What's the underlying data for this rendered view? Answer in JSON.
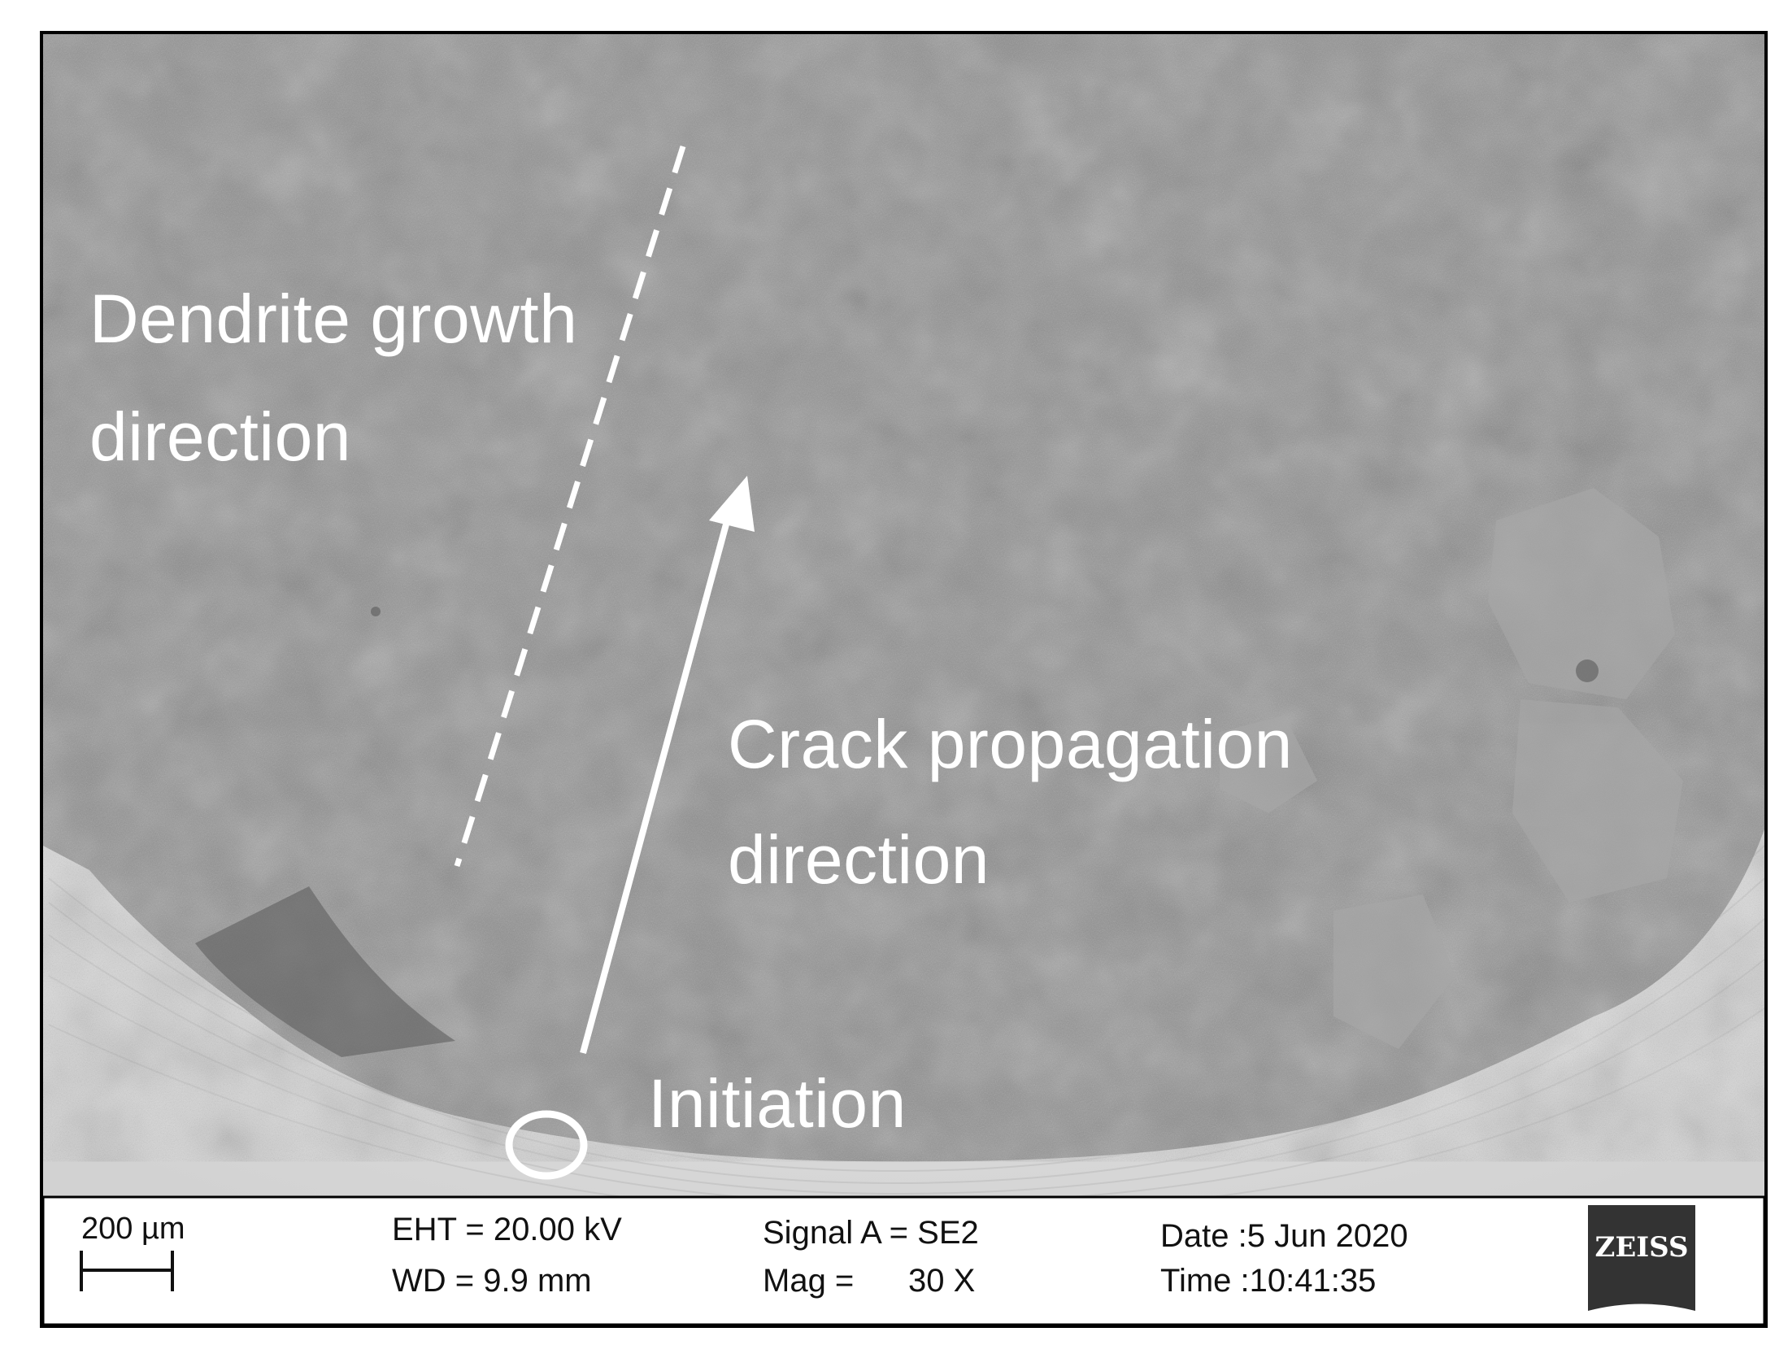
{
  "annotations": {
    "dendrite_line1": "Dendrite growth",
    "dendrite_line2": "direction",
    "crack_line1": "Crack propagation",
    "crack_line2": "direction",
    "initiation": "Initiation"
  },
  "databar": {
    "scale_label": "200 µm",
    "eht": "EHT = 20.00 kV",
    "wd": "WD =  9.9 mm",
    "signal": "Signal A = SE2",
    "mag": "Mag =      30 X",
    "date": "Date :5 Jun 2020",
    "time": "Time :10:41:35",
    "logo_text": "ZEISS"
  },
  "colors": {
    "surface": "#8c8c8c",
    "surface_dark": "#6e6e6e",
    "rim": "#dcdcdc",
    "annotation": "#ffffff",
    "frame": "#000000",
    "logo": "#333333"
  }
}
